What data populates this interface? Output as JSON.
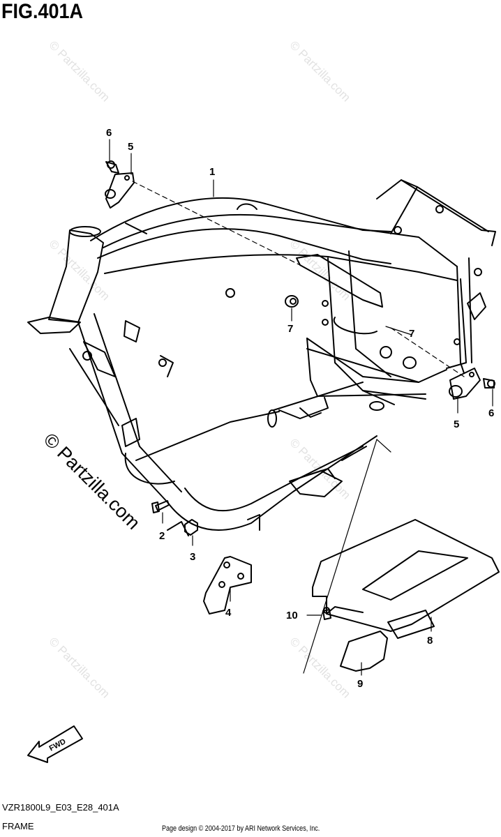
{
  "figure": {
    "title": "FIG.401A",
    "model_code": "VZR1800L9_E03_E28_401A",
    "section_name": "FRAME",
    "credit": "Page design © 2004-2017 by ARI Network Services, Inc."
  },
  "watermark": {
    "small_text": "© Partzilla.com",
    "large_text": "© Partzilla.com"
  },
  "direction_arrow": {
    "label": "FWD"
  },
  "callouts": [
    {
      "id": "1",
      "label": "1"
    },
    {
      "id": "2",
      "label": "2"
    },
    {
      "id": "3",
      "label": "3"
    },
    {
      "id": "4",
      "label": "4"
    },
    {
      "id": "5a",
      "label": "5"
    },
    {
      "id": "5b",
      "label": "5"
    },
    {
      "id": "6a",
      "label": "6"
    },
    {
      "id": "6b",
      "label": "6"
    },
    {
      "id": "7a",
      "label": "7"
    },
    {
      "id": "7b",
      "label": "7"
    },
    {
      "id": "8",
      "label": "8"
    },
    {
      "id": "9",
      "label": "9"
    },
    {
      "id": "10",
      "label": "10"
    }
  ]
}
